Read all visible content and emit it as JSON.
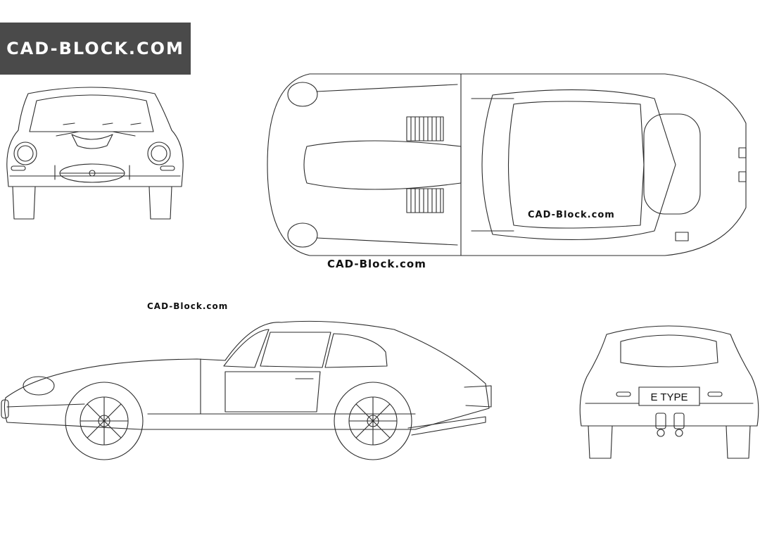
{
  "brand": {
    "label": "CAD-BLOCK.COM",
    "background": "#4a4a4a",
    "text_color": "#ffffff"
  },
  "watermarks": {
    "top_view_small": "CAD-Block.com",
    "top_view_large": "CAD-Block.com",
    "side_view": "CAD-Block.com"
  },
  "rear_view": {
    "plate_text": "E TYPE"
  },
  "views": [
    "front",
    "top",
    "side",
    "rear"
  ],
  "line_color": "#2b2b2b",
  "background": "#ffffff"
}
